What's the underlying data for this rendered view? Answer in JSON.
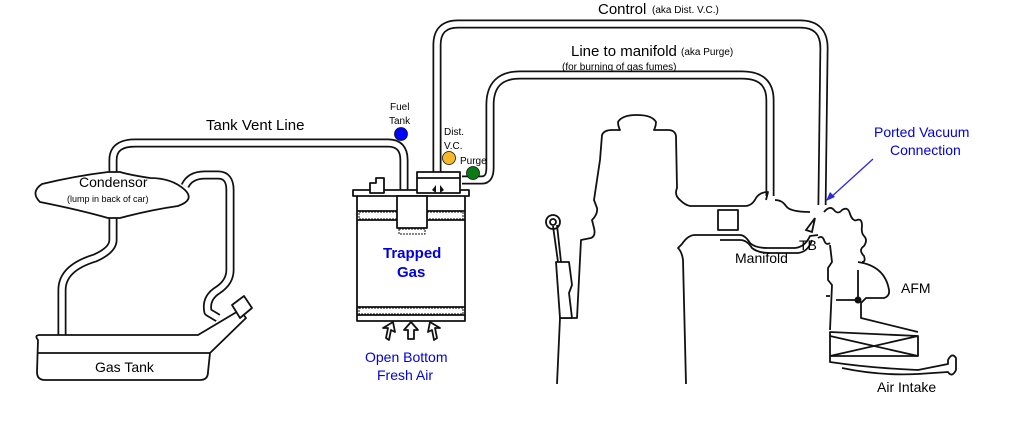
{
  "labels": {
    "control": "Control",
    "control_aka": "(aka Dist. V.C.)",
    "line_to_manifold": "Line to manifold",
    "line_to_manifold_aka": "(aka Purge)",
    "line_to_manifold_note": "(for burning of gas fumes)",
    "tank_vent_line": "Tank Vent Line",
    "fuel_tank_line1": "Fuel",
    "fuel_tank_line2": "Tank",
    "dist_vc_line1": "Dist.",
    "dist_vc_line2": "V.C.",
    "purge": "Purge",
    "condensor": "Condensor",
    "condensor_note": "(lump in back of car)",
    "gas_tank": "Gas Tank",
    "trapped_gas_line1": "Trapped",
    "trapped_gas_line2": "Gas",
    "open_bottom_line1": "Open Bottom",
    "open_bottom_line2": "Fresh Air",
    "ported_vacuum_line1": "Ported Vacuum",
    "ported_vacuum_line2": "Connection",
    "manifold": "Manifold",
    "tb": "TB",
    "afm": "AFM",
    "air_intake": "Air Intake"
  },
  "port_markers": [
    {
      "name": "fuel-tank",
      "color": "#0000ff"
    },
    {
      "name": "dist-vc",
      "color": "#f5b82a"
    },
    {
      "name": "purge",
      "color": "#0a7a14"
    }
  ],
  "colors": {
    "annotation_blue": "#0000dd",
    "arrow_blue": "#2a2ae0"
  }
}
